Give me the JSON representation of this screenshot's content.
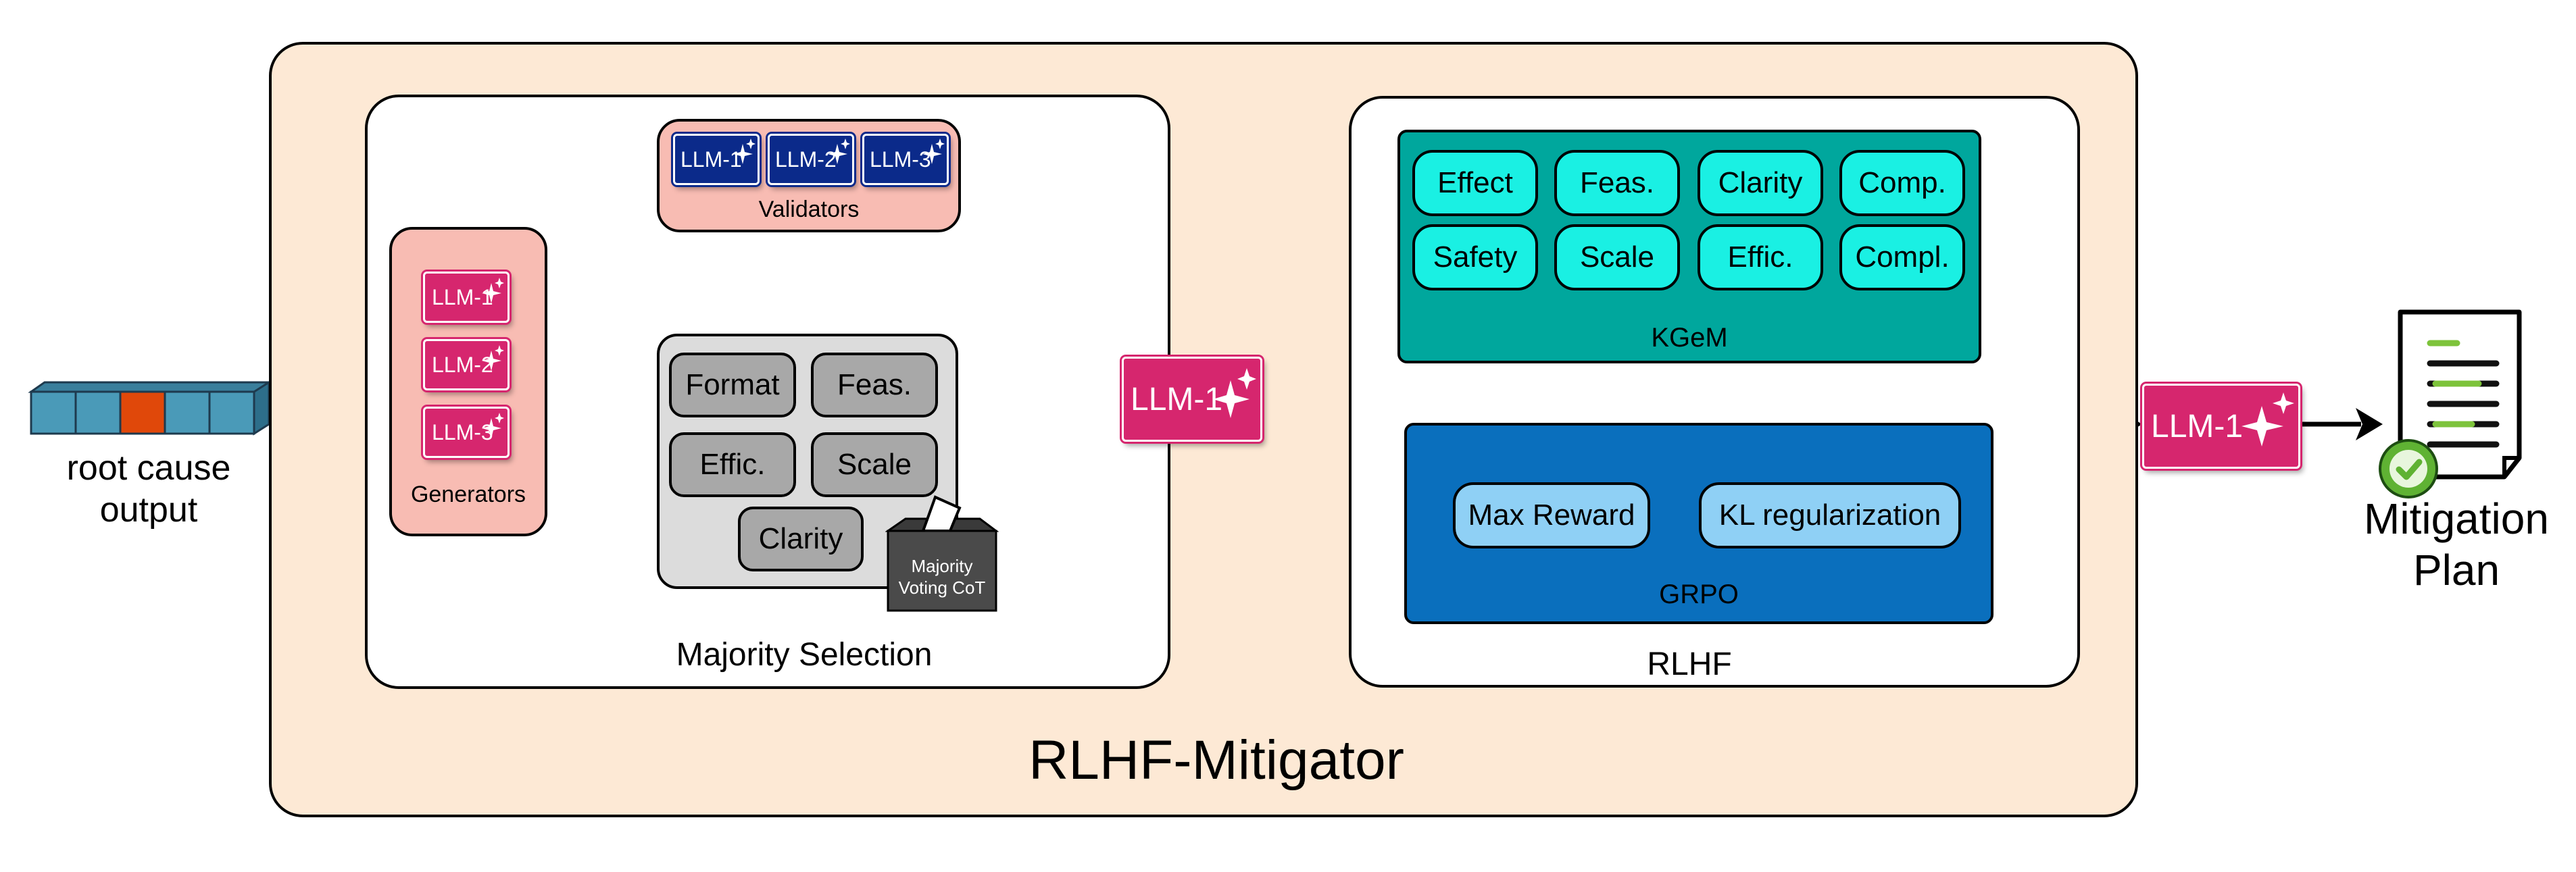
{
  "input_label_line1": "root cause",
  "input_label_line2": "output",
  "main_title": "RLHF-Mitigator",
  "majority_selection": {
    "title": "Majority Selection",
    "generators": {
      "label": "Generators",
      "models": [
        "LLM-1",
        "LLM-2",
        "LLM-3"
      ]
    },
    "validators": {
      "label": "Validators",
      "models": [
        "LLM-1",
        "LLM-2",
        "LLM-3"
      ]
    },
    "criteria": [
      "Format",
      "Feas.",
      "Effic.",
      "Scale",
      "Clarity"
    ],
    "ballot_line1": "Majority",
    "ballot_line2": "Voting CoT"
  },
  "selected_model": "LLM-1",
  "rlhf": {
    "title": "RLHF",
    "kgem": {
      "label": "KGeM",
      "criteria": [
        "Effect",
        "Feas.",
        "Clarity",
        "Comp.",
        "Safety",
        "Scale",
        "Effic.",
        "Compl."
      ]
    },
    "grpo": {
      "label": "GRPO",
      "components": [
        "Max Reward",
        "KL regularization"
      ]
    }
  },
  "final_model": "LLM-1",
  "output_label_line1": "Mitigation",
  "output_label_line2": "Plan",
  "colors": {
    "outer_bg": "#fde9d5",
    "pink": "#f8bcb3",
    "magenta": "#d6266e",
    "navy": "#0b2a8a",
    "teal": "#00a79d",
    "cyan": "#1af0e3",
    "blue": "#0a6fbd",
    "light_blue": "#8fd0f5",
    "grey": "#a8a8a8",
    "input_blue": "#4a9ab8",
    "input_highlight": "#e0480a",
    "check_green": "#5fb233"
  },
  "icons": [
    "sparkle-icon",
    "ballot-box-icon",
    "document-icon",
    "checkmark-icon",
    "arrow-icon"
  ]
}
